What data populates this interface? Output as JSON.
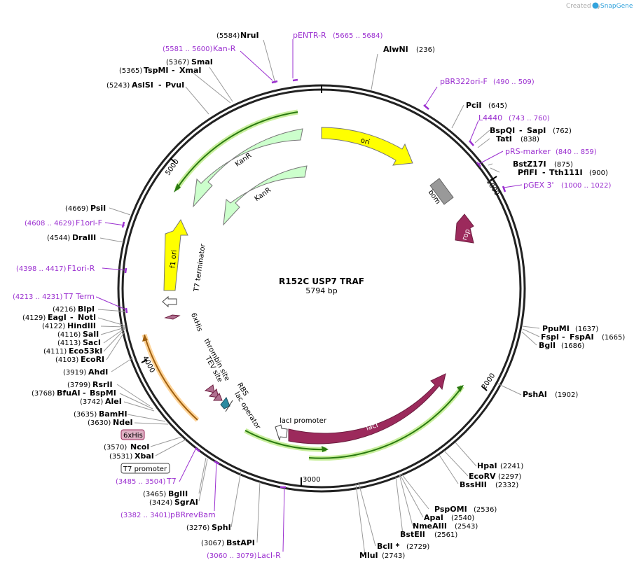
{
  "credit": {
    "created_by": "Created by",
    "brand": "SnapGene"
  },
  "plasmid": {
    "name": "R152C USP7 TRAF",
    "length": "5794 bp"
  },
  "ticks": [
    "1000",
    "2000",
    "3000",
    "4000",
    "5000"
  ],
  "features": {
    "ori": "ori",
    "bom": "bom",
    "rop": "rop",
    "kanr1": "KanR",
    "kanr2": "KanR",
    "f1ori": "f1 ori",
    "t7term": "T7 terminator",
    "sixhis": "6xHis",
    "thrombin": "thrombin site",
    "tev": "TEV site",
    "rbs": "RBS",
    "lacop": "lac operator",
    "lacipro": "lacI promoter",
    "laci": "lacI"
  },
  "enzymes": [
    {
      "name": "NruI",
      "pos": "(5584)"
    },
    {
      "name": "AlwNI",
      "pos": "(236)"
    },
    {
      "name": "SmaI",
      "pos": "(5367)"
    },
    {
      "name": "TspMI",
      "name2": "XmaI",
      "pos": "(5365)"
    },
    {
      "name": "AsiSI",
      "name2": "PvuI",
      "pos": "(5243)"
    },
    {
      "name": "PciI",
      "pos": "(645)"
    },
    {
      "name": "BspQI",
      "name2": "SapI",
      "pos": "(762)"
    },
    {
      "name": "TatI",
      "pos": "(838)"
    },
    {
      "name": "BstZ17I",
      "pos": "(875)"
    },
    {
      "name": "PflFI",
      "name2": "Tth111I",
      "pos": "(900)"
    },
    {
      "name": "PsiI",
      "pos": "(4669)"
    },
    {
      "name": "DraIII",
      "pos": "(4544)"
    },
    {
      "name": "PpuMI",
      "pos": "(1637)"
    },
    {
      "name": "FspI",
      "name2": "FspAI",
      "pos": "(1665)"
    },
    {
      "name": "BglI",
      "pos": "(1686)"
    },
    {
      "name": "BlpI",
      "pos": "(4216)"
    },
    {
      "name": "EagI",
      "name2": "NotI",
      "pos": "(4129)"
    },
    {
      "name": "HindIII",
      "pos": "(4122)"
    },
    {
      "name": "SalI",
      "pos": "(4116)"
    },
    {
      "name": "SacI",
      "pos": "(4113)"
    },
    {
      "name": "Eco53kI",
      "pos": "(4111)"
    },
    {
      "name": "EcoRI",
      "pos": "(4103)"
    },
    {
      "name": "AhdI",
      "pos": "(3919)"
    },
    {
      "name": "PshAI",
      "pos": "(1902)"
    },
    {
      "name": "RsrII",
      "pos": "(3799)"
    },
    {
      "name": "BfuAI",
      "name2": "BspMI",
      "pos": "(3768)"
    },
    {
      "name": "AleI",
      "pos": "(3742)"
    },
    {
      "name": "BamHI",
      "pos": "(3635)"
    },
    {
      "name": "NdeI",
      "pos": "(3630)"
    },
    {
      "name": "NcoI",
      "pos": "(3570)"
    },
    {
      "name": "XbaI",
      "pos": "(3531)"
    },
    {
      "name": "HpaI",
      "pos": "(2241)"
    },
    {
      "name": "EcoRV",
      "pos": "(2297)"
    },
    {
      "name": "BssHII",
      "pos": "(2332)"
    },
    {
      "name": "BglII",
      "pos": "(3465)"
    },
    {
      "name": "SgrAI",
      "pos": "(3424)"
    },
    {
      "name": "PspOMI",
      "pos": "(2536)"
    },
    {
      "name": "ApaI",
      "pos": "(2540)"
    },
    {
      "name": "NmeAIII",
      "pos": "(2543)"
    },
    {
      "name": "BstEII",
      "pos": "(2561)"
    },
    {
      "name": "SphI",
      "pos": "(3276)"
    },
    {
      "name": "BstAPI",
      "pos": "(3067)"
    },
    {
      "name": "BclI *",
      "pos": "(2729)"
    },
    {
      "name": "MluI",
      "pos": "(2743)"
    }
  ],
  "primers": [
    {
      "name": "pENTR-R",
      "pos": "(5665 .. 5684)"
    },
    {
      "name": "Kan-R",
      "pos": "(5581 .. 5600)"
    },
    {
      "name": "pBR322ori-F",
      "pos": "(490 .. 509)"
    },
    {
      "name": "L4440",
      "pos": "(743 .. 760)"
    },
    {
      "name": "pRS-marker",
      "pos": "(840 .. 859)"
    },
    {
      "name": "pGEX 3'",
      "pos": "(1000 .. 1022)"
    },
    {
      "name": "F1ori-F",
      "pos": "(4608 .. 4629)"
    },
    {
      "name": "F1ori-R",
      "pos": "(4398 .. 4417)"
    },
    {
      "name": "T7 Term",
      "pos": "(4213 .. 4231)"
    },
    {
      "name": "T7",
      "pos": "(3485 .. 3504)"
    },
    {
      "name": "pBRrevBam",
      "pos": "(3382 .. 3401)"
    },
    {
      "name": "LacI-R",
      "pos": "(3060 .. 3079)"
    }
  ],
  "boxed": {
    "sixhis": "6xHis",
    "t7promoter": "T7 promoter"
  }
}
